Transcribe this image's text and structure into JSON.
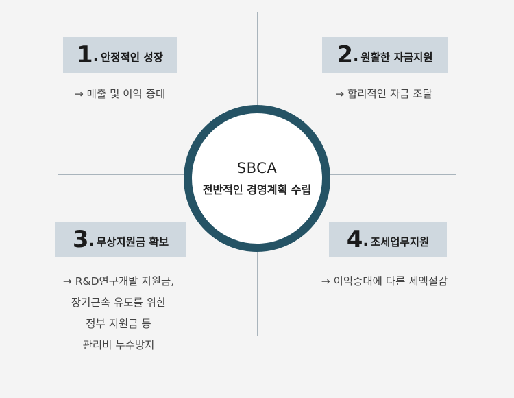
{
  "center": {
    "title": "SBCA",
    "subtitle": "전반적인 경영계획 수립"
  },
  "items": [
    {
      "number": "1",
      "dot": ".",
      "label": "안정적인 성장",
      "lines": [
        "→ 매출 및 이익 증대"
      ]
    },
    {
      "number": "2",
      "dot": ".",
      "label": "원활한 자금지원",
      "lines": [
        "→ 합리적인 자금 조달"
      ]
    },
    {
      "number": "3",
      "dot": ".",
      "label": "무상지원금 확보",
      "lines": [
        "→ R&D연구개발 지원금,",
        "장기근속 유도를 위한",
        "정부 지원금 등",
        "관리비 누수방지"
      ]
    },
    {
      "number": "4",
      "dot": ".",
      "label": "조세업무지원",
      "lines": [
        "→ 이익증대에 다른 세액절감"
      ]
    }
  ],
  "colors": {
    "ring": "#255365",
    "badge_bg": "#cfd8df",
    "divider": "#a9b4bc",
    "background": "#f4f4f4"
  }
}
